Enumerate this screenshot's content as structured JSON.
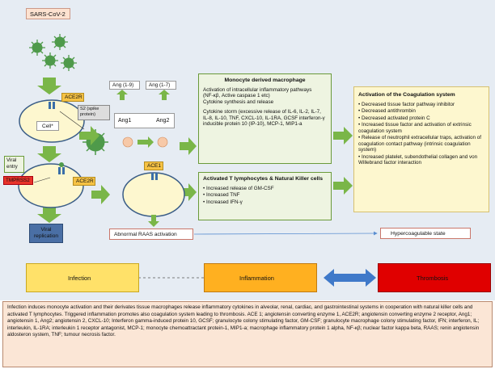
{
  "virus_label": "SARS-CoV-2",
  "cell_left": {
    "ace2r": "ACE2R",
    "cell": "Cell*",
    "s2": "S2 (spike protein)"
  },
  "viral_entry": "Viral entry",
  "tmprss2": "TMPRSS2",
  "ace2r_lower": "ACE2R",
  "viral_replication": "Viral replication",
  "ang": {
    "ang19": "Ang (1-9)",
    "ang17": "Ang (1-7)",
    "ang1": "Ang1",
    "ang2": "Ang2"
  },
  "ace1": "ACE1",
  "raas": "Abnormal RAAS activation",
  "macrophage": {
    "title": "Monocyte derived macrophage",
    "lines": [
      "Activation of intracellular inflammatory pathways",
      "(NF-κβ, Active caspase 1 etc)",
      "Cytokine synthesis and release",
      "",
      "Cytokine storm (excessive release of IL-6, IL-2, IL-7, IL-8, IL-10, TNF, CXCL-10, IL-1RA, GCSF interferon-γ inducible protein 10 (IP-10), MCP-1, MIP1-a"
    ]
  },
  "tcells": {
    "title": "Activated T lymphocytes & Natural Killer cells",
    "items": [
      "Increased release of GM-CSF",
      "Increased TNF",
      "Increased IFN-γ"
    ]
  },
  "coag": {
    "title": "Activation of the Coagulation system",
    "items": [
      "Decreased tissue factor pathway inhibitor",
      "Decreased antithrombin",
      "Decreased activated protein C",
      "Increased tissue factor and activation of extrinsic coagulation system",
      "Release of neutrophil extracellular traps, activation of coagulation contact pathway (intrinsic coagulation system)",
      "Increased platelet, subendothelial collagen and von Willebrand factor interaction"
    ]
  },
  "hypercoag": "Hypercoagulable state",
  "bottom": {
    "infection": "Infection",
    "inflammation": "Inflammation",
    "thrombosis": "Thrombosis"
  },
  "caption": "Infection induces monocyte activation and their derivates tissue macrophages release inflammatory cytokines in alveolar, renal, cardiac, and gastrointestinal systems in cooperation with natural killer cells and activated T lymphocytes. Triggered inflammation promotes also coagulation system leading to thrombosis. ACE 1; angiotensin converting enzyme 1, ACE2R; angiotensin converting enzyme 2 receptor, Ang1; angiotensin 1, Ang2; angiotensin 2, CXCL-10; Interferon gamma-induced protein 10, GCSF; granulocyte colony stimulating factor, GM-CSF; granulocyte macrophage colony stimulating factor, IFN; interferon, IL; interleukin, IL-1RA; interleukin 1 receptor antagonist, MCP-1; monocyte chemoattractant protein-1, MIP1-a; macrophage inflammatory protein 1 alpha, NF-κβ; nuclear factor kappa beta, RAAS; renin angiotensin aldosteron system, TNF; tumour necrosis factor.",
  "colors": {
    "panel": "#e6ecf3",
    "green_fill": "#eef4e1",
    "green_border": "#6a9a3a",
    "arrow_green": "#7ab648",
    "virus": "#4f9a4a",
    "cell_fill": "#fdf7cf",
    "ace2r_fill": "#f6c244",
    "tmprss2": "#e8332a",
    "replication": "#4a6fa5",
    "raas_border": "#c9766a",
    "thrombosis": "#e00000",
    "infection": "#ffe169",
    "inflammation": "#ffb020",
    "double_arrow": "#3f79c9",
    "caption_fill": "#fbe6d6"
  }
}
